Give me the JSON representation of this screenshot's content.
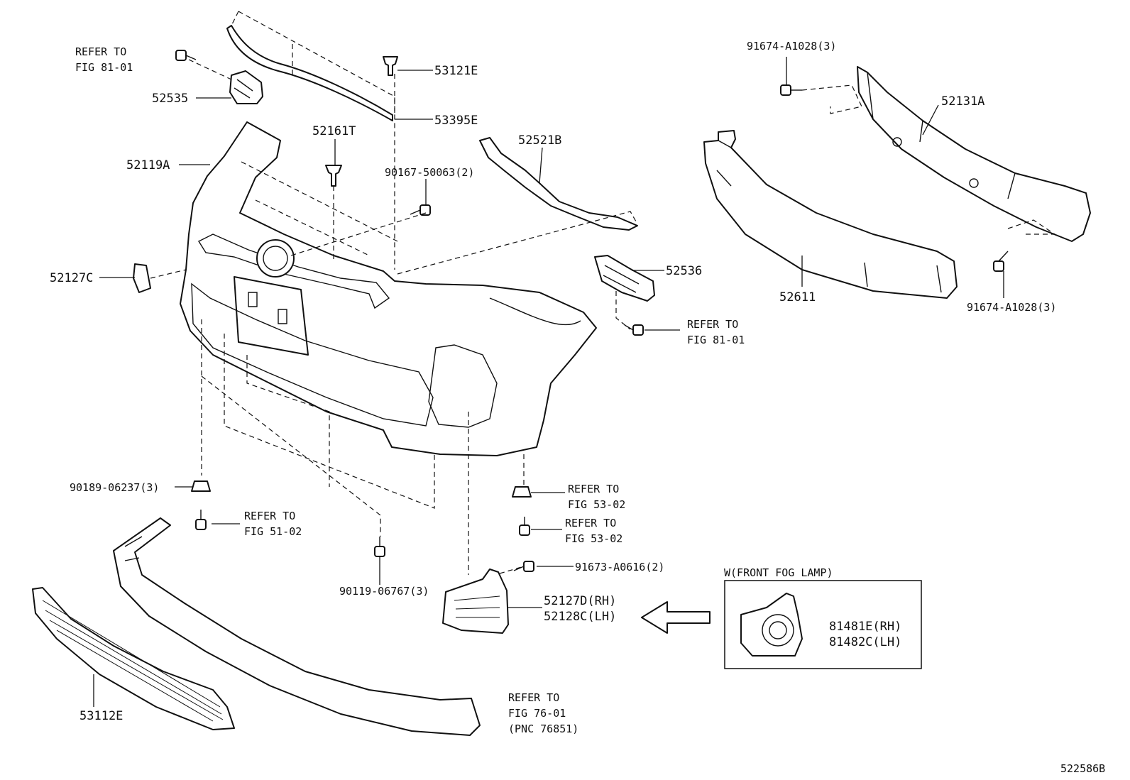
{
  "diagram_id": "522586B",
  "parts": {
    "p52535": "52535",
    "p53121E": "53121E",
    "p53395E": "53395E",
    "p52161T": "52161T",
    "p52119A": "52119A",
    "p90167": "90167-50063(2)",
    "p52521B": "52521B",
    "p52127C": "52127C",
    "p52536": "52536",
    "p91674_top": "91674-A1028(3)",
    "p52131A": "52131A",
    "p52611": "52611",
    "p91674_bottom": "91674-A1028(3)",
    "p90189": "90189-06237(3)",
    "p90119": "90119-06767(3)",
    "p91673": "91673-A0616(2)",
    "p52127D": "52127D(RH)",
    "p52128C": "52128C(LH)",
    "p81481E": "81481E(RH)",
    "p81482C": "81482C(LH)",
    "p53112E": "53112E"
  },
  "refs": {
    "ref_fig81_top": [
      "REFER TO",
      "FIG 81-01"
    ],
    "ref_fig81_right": [
      "REFER TO",
      "FIG 81-01"
    ],
    "ref_fig53_a": [
      "REFER TO",
      "FIG 53-02"
    ],
    "ref_fig53_b": [
      "REFER TO",
      "FIG 53-02"
    ],
    "ref_fig51": [
      "REFER TO",
      "FIG 51-02"
    ],
    "ref_fig76": [
      "REFER TO",
      "FIG 76-01",
      "(PNC 76851)"
    ]
  },
  "inset": {
    "title": "W(FRONT FOG LAMP)"
  }
}
